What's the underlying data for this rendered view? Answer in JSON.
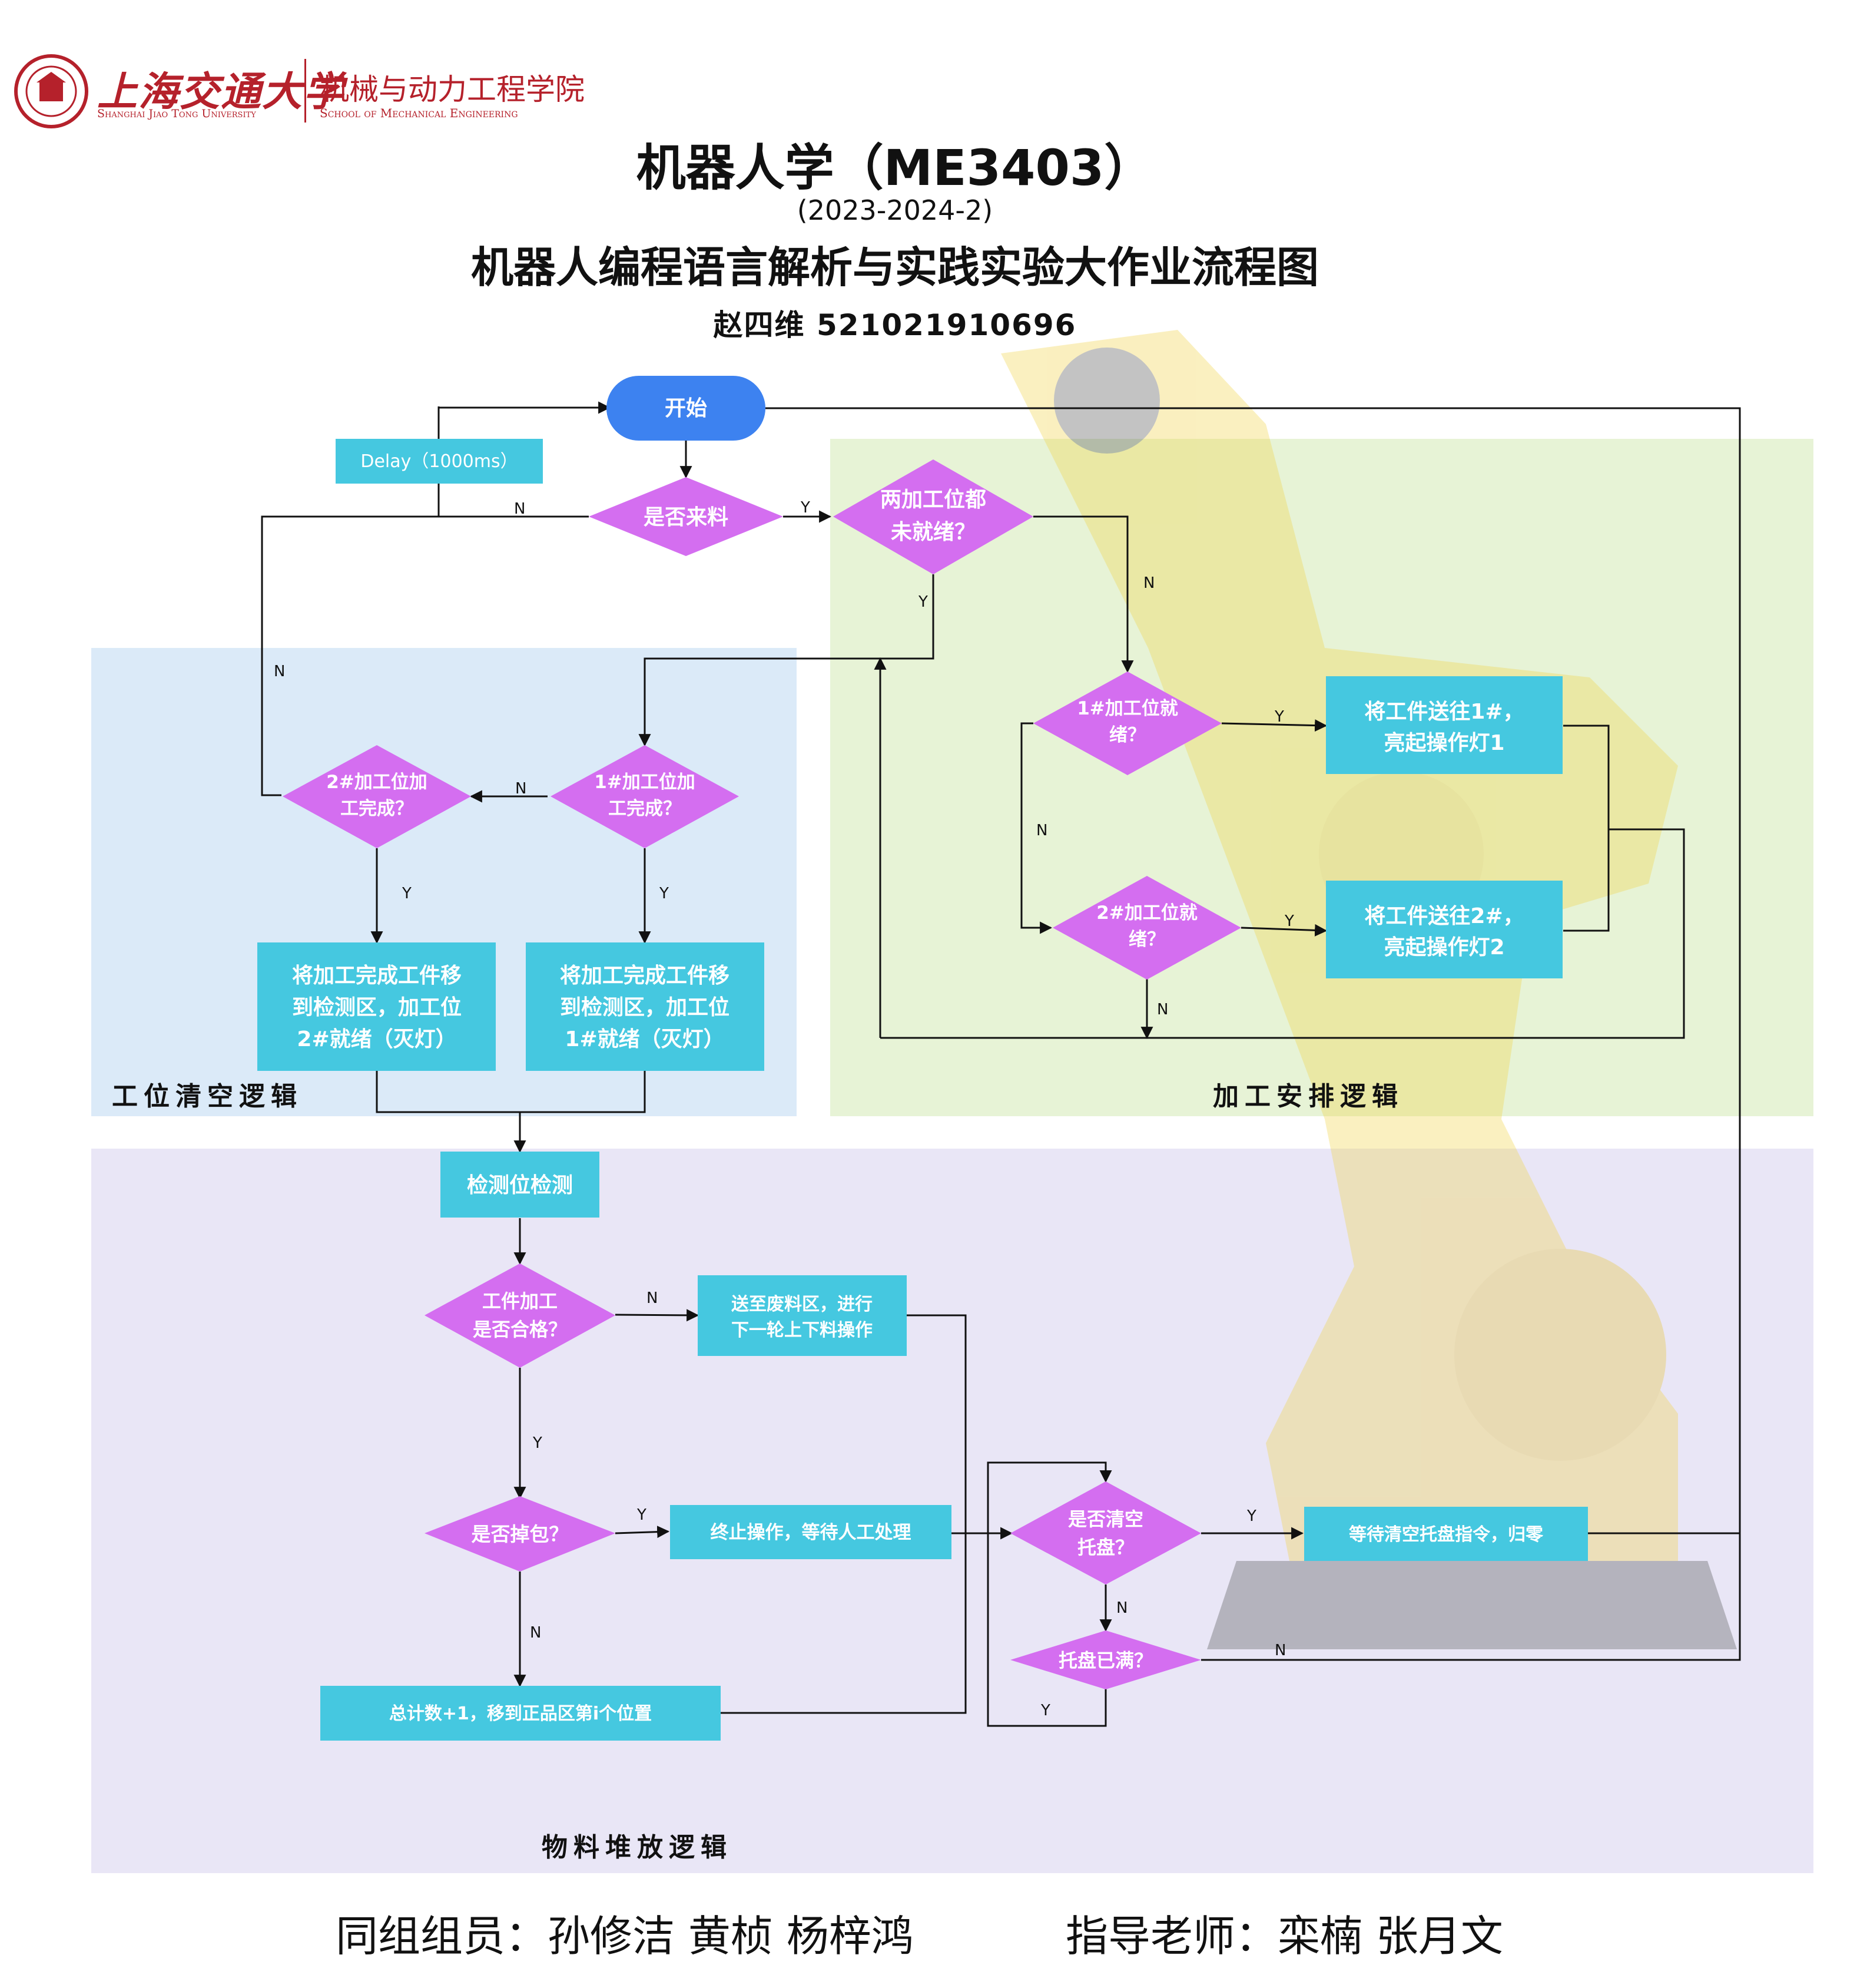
{
  "header": {
    "uni_name_cn": "上海交通大学",
    "uni_name_en": "Shanghai Jiao Tong University",
    "school_cn": "机械与动力工程学院",
    "school_en": "School of Mechanical Engineering",
    "course_title": "机器人学（ME3403）",
    "term": "(2023-2024-2)",
    "subtitle": "机器人编程语言解析与实践实验大作业流程图",
    "author": "赵四维 521021910696"
  },
  "regions": {
    "clear": "工位清空逻辑",
    "arrange": "加工安排逻辑",
    "stack": "物料堆放逻辑"
  },
  "nodes": {
    "start": "开始",
    "delay": "Delay（1000ms）",
    "arrive": "是否来料",
    "both_not_ready": [
      "两加工位都",
      "未就绪？"
    ],
    "st1_ready": [
      "1#加工位就",
      "绪？"
    ],
    "st2_ready": [
      "2#加工位就",
      "绪？"
    ],
    "send1": [
      "将工件送往1#，",
      "亮起操作灯1"
    ],
    "send2": [
      "将工件送往2#，",
      "亮起操作灯2"
    ],
    "st1_done": [
      "1#加工位加",
      "工完成？"
    ],
    "st2_done": [
      "2#加工位加",
      "工完成？"
    ],
    "move1": [
      "将加工完成工件移",
      "到检测区，加工位",
      "1#就绪（灭灯）"
    ],
    "move2": [
      "将加工完成工件移",
      "到检测区，加工位",
      "2#就绪（灭灯）"
    ],
    "inspect": "检测位检测",
    "qualified": [
      "工件加工",
      "是否合格？"
    ],
    "scrap": [
      "送至废料区，进行",
      "下一轮上下料操作"
    ],
    "drop": "是否掉包？",
    "stop": "终止操作，等待人工处理",
    "count": "总计数+1，移到正品区第i个位置",
    "clear_tray": [
      "是否清空",
      "托盘？"
    ],
    "wait_clear": "等待清空托盘指令，归零",
    "tray_full": "托盘已满？"
  },
  "edge_labels": {
    "yes": "Y",
    "no": "N"
  },
  "footer": {
    "members": "同组组员：孙修洁 黄桢 杨梓鸿",
    "advisors": "指导老师：栾楠 张月文"
  },
  "colors": {
    "decision": "#d46ef0",
    "process": "#45c8e0",
    "terminal": "#3d82f0",
    "region_clear": "#dcecf8",
    "region_arrange": "#e6f3d4",
    "region_stack": "#e8e6f6",
    "brand": "#b5212b"
  }
}
